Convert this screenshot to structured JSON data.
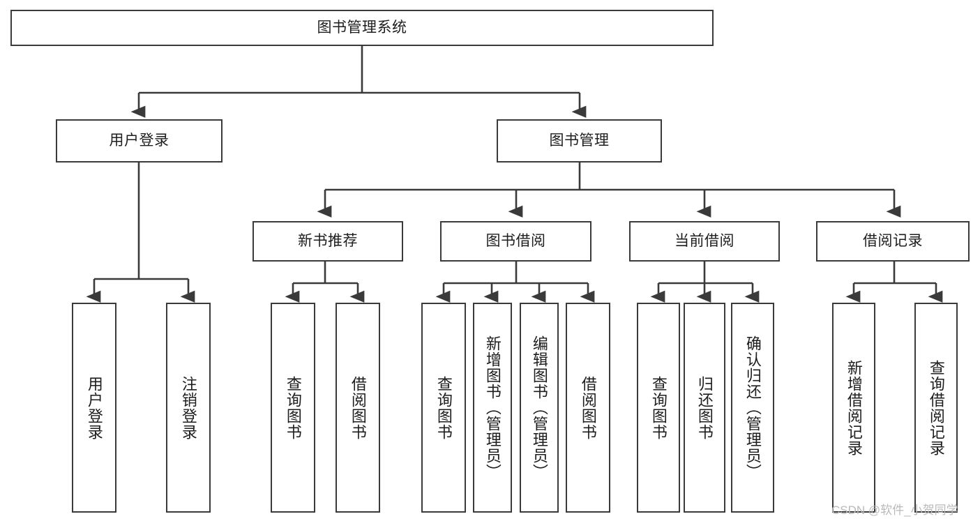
{
  "diagram": {
    "title": "图书管理系统",
    "type": "tree-hierarchy",
    "orientation": "top-down",
    "colors": {
      "background": "#ffffff",
      "node_border": "#3a3a3a",
      "node_fill": "#ffffff",
      "edge": "#3a3a3a",
      "text": "#1d1d1d",
      "watermark": "#b9b9b9"
    }
  },
  "watermark": {
    "text": "CSDN @软件_小贺同学"
  },
  "nodes": {
    "root": {
      "label": "图书管理系统"
    },
    "level2": [
      {
        "label": "用户登录"
      },
      {
        "label": "图书管理"
      }
    ],
    "level3": [
      {
        "label": "新书推荐"
      },
      {
        "label": "图书借阅"
      },
      {
        "label": "当前借阅"
      },
      {
        "label": "借阅记录"
      }
    ],
    "leaves": {
      "user_login": [
        {
          "label": "用户登录"
        },
        {
          "label": "注销登录"
        }
      ],
      "new_book_recommend": [
        {
          "label": "查询图书"
        },
        {
          "label": "借阅图书"
        }
      ],
      "book_borrow": [
        {
          "label": "查询图书"
        },
        {
          "label": "新增图书（管理员）"
        },
        {
          "label": "编辑图书（管理员）"
        },
        {
          "label": "借阅图书"
        }
      ],
      "current_borrow": [
        {
          "label": "查询图书"
        },
        {
          "label": "归还图书"
        },
        {
          "label": "确认归还（管理员）"
        }
      ],
      "borrow_record": [
        {
          "label": "新增借阅记录"
        },
        {
          "label": "查询借阅记录"
        }
      ]
    }
  }
}
